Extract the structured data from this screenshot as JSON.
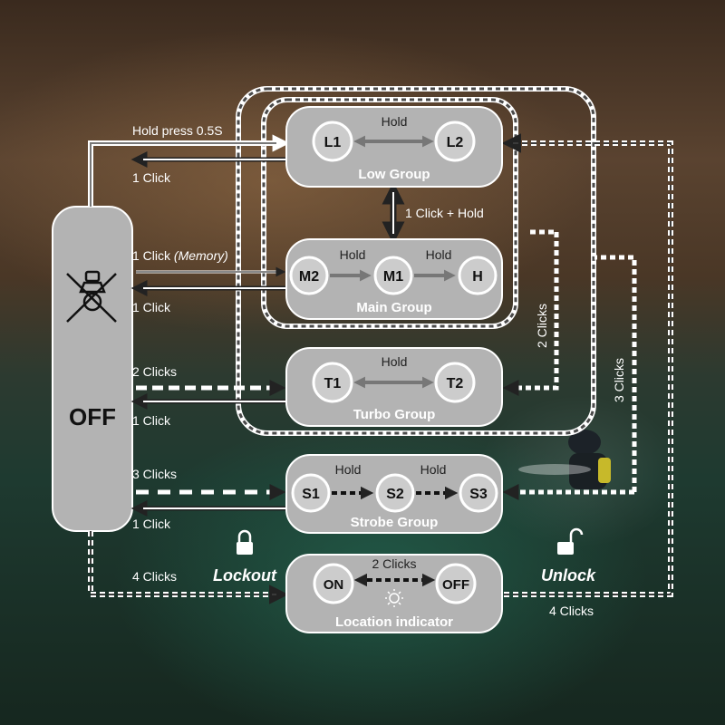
{
  "off_panel": {
    "label": "OFF",
    "icon": "no-light-icon"
  },
  "low_group": {
    "title": "Low Group",
    "mode_a": "L1",
    "mode_b": "L2",
    "transition": "Hold"
  },
  "main_group": {
    "title": "Main Group",
    "mode_a": "M2",
    "mode_b": "M1",
    "mode_c": "H",
    "transition_1": "Hold",
    "transition_2": "Hold"
  },
  "turbo_group": {
    "title": "Turbo Group",
    "mode_a": "T1",
    "mode_b": "T2",
    "transition": "Hold"
  },
  "strobe_group": {
    "title": "Strobe Group",
    "mode_a": "S1",
    "mode_b": "S2",
    "mode_c": "S3",
    "transition_1": "Hold",
    "transition_2": "Hold"
  },
  "location_indicator": {
    "title": "Location indicator",
    "state_a": "ON",
    "state_b": "OFF",
    "transition": "2 Clicks",
    "icon": "sun-icon"
  },
  "edges": {
    "hold_press": "Hold press 0.5S",
    "low_back": "1 Click",
    "main_in_prefix": "1 Click ",
    "main_in_italic": "(Memory)",
    "main_back": "1 Click",
    "turbo_in": "2 Clicks",
    "turbo_back": "1 Click",
    "strobe_in": "3 Clicks",
    "strobe_back": "1 Click",
    "lockout_clicks": "4 Clicks",
    "lockout": "Lockout",
    "unlock": "Unlock",
    "unlock_clicks": "4 Clicks",
    "low_main_switch": "1 Click + Hold",
    "right_two": "2 Clicks",
    "right_three": "3 Clicks"
  },
  "icons": {
    "lock": "lock-icon",
    "unlock": "unlock-icon"
  }
}
